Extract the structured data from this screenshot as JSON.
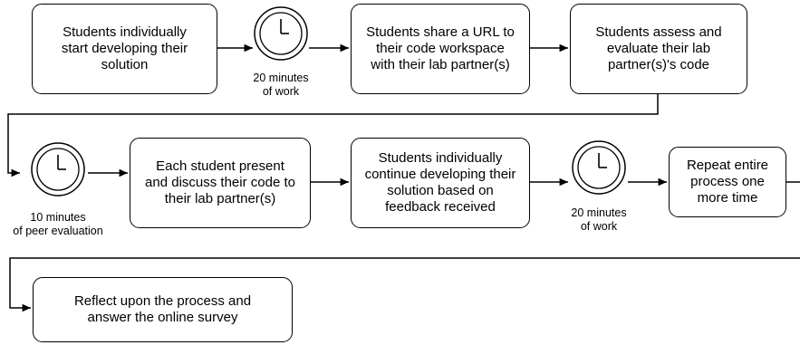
{
  "steps": {
    "s1": "Students individually\nstart developing their\nsolution",
    "s2": "Students share a URL to\ntheir code workspace\nwith their lab partner(s)",
    "s3": "Students assess and\nevaluate their lab\npartner(s)'s code",
    "s4": "Each student present\nand discuss their code to\ntheir lab partner(s)",
    "s5": "Students individually\ncontinue developing their\nsolution based on\nfeedback received",
    "s6": "Repeat entire\nprocess one\nmore time",
    "s7": "Reflect upon the process and\nanswer the online survey"
  },
  "timers": {
    "t1": "20 minutes\nof work",
    "t2": "10 minutes\nof peer evaluation",
    "t3": "20 minutes\nof work"
  },
  "colors": {
    "stroke": "#000000",
    "fill": "#ffffff"
  },
  "icons": {
    "timer": "clock-icon"
  }
}
